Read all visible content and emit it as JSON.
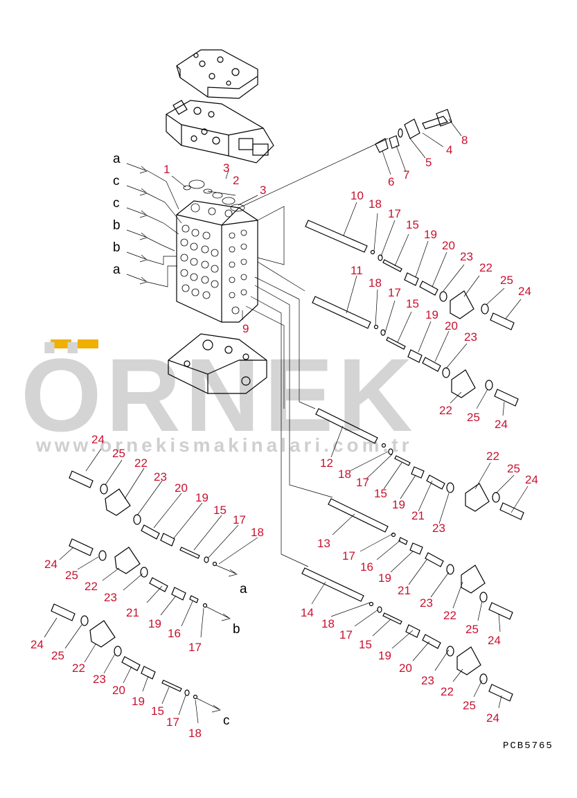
{
  "watermark": {
    "text": "ÖRNEK",
    "url": "www.ornekismakinalari.com.tr"
  },
  "drawing_code": "PCB5765",
  "port_letters": [
    "a",
    "c",
    "c",
    "b",
    "b",
    "a"
  ],
  "branch_letters": [
    "a",
    "b",
    "c"
  ],
  "callouts": {
    "c1": "1",
    "c2": "2",
    "c3a": "3",
    "c3b": "3",
    "c4": "4",
    "c5": "5",
    "c6": "6",
    "c7": "7",
    "c8": "8",
    "c9": "9",
    "r1_10": "10",
    "r1_18": "18",
    "r1_17": "17",
    "r1_15": "15",
    "r1_19": "19",
    "r1_20": "20",
    "r1_23": "23",
    "r1_22": "22",
    "r1_25": "25",
    "r1_24": "24",
    "r2_11": "11",
    "r2_18": "18",
    "r2_17": "17",
    "r2_15": "15",
    "r2_19": "19",
    "r2_20": "20",
    "r2_23": "23",
    "r2_22": "22",
    "r2_25": "25",
    "r2_24": "24",
    "r3_12": "12",
    "r3_18": "18",
    "r3_17": "17",
    "r3_15": "15",
    "r3_19": "19",
    "r3_21": "21",
    "r3_23": "23",
    "r3_22": "22",
    "r3_25": "25",
    "r3_24": "24",
    "r4_13": "13",
    "r4_17": "17",
    "r4_16": "16",
    "r4_19": "19",
    "r4_21": "21",
    "r4_23": "23",
    "r4_22": "22",
    "r4_25": "25",
    "r4_24": "24",
    "r5_14": "14",
    "r5_18": "18",
    "r5_17": "17",
    "r5_15": "15",
    "r5_19": "19",
    "r5_20": "20",
    "r5_23": "23",
    "r5_22": "22",
    "r5_25": "25",
    "r5_24": "24",
    "la_24": "24",
    "la_25": "25",
    "la_22": "22",
    "la_23": "23",
    "la_20": "20",
    "la_19": "19",
    "la_15": "15",
    "la_17": "17",
    "la_18": "18",
    "lb_24": "24",
    "lb_25": "25",
    "lb_22": "22",
    "lb_23": "23",
    "lb_21": "21",
    "lb_19": "19",
    "lb_16": "16",
    "lb_17": "17",
    "lc_24": "24",
    "lc_25": "25",
    "lc_22": "22",
    "lc_23": "23",
    "lc_20": "20",
    "lc_19": "19",
    "lc_15": "15",
    "lc_17": "17",
    "lc_18": "18"
  }
}
